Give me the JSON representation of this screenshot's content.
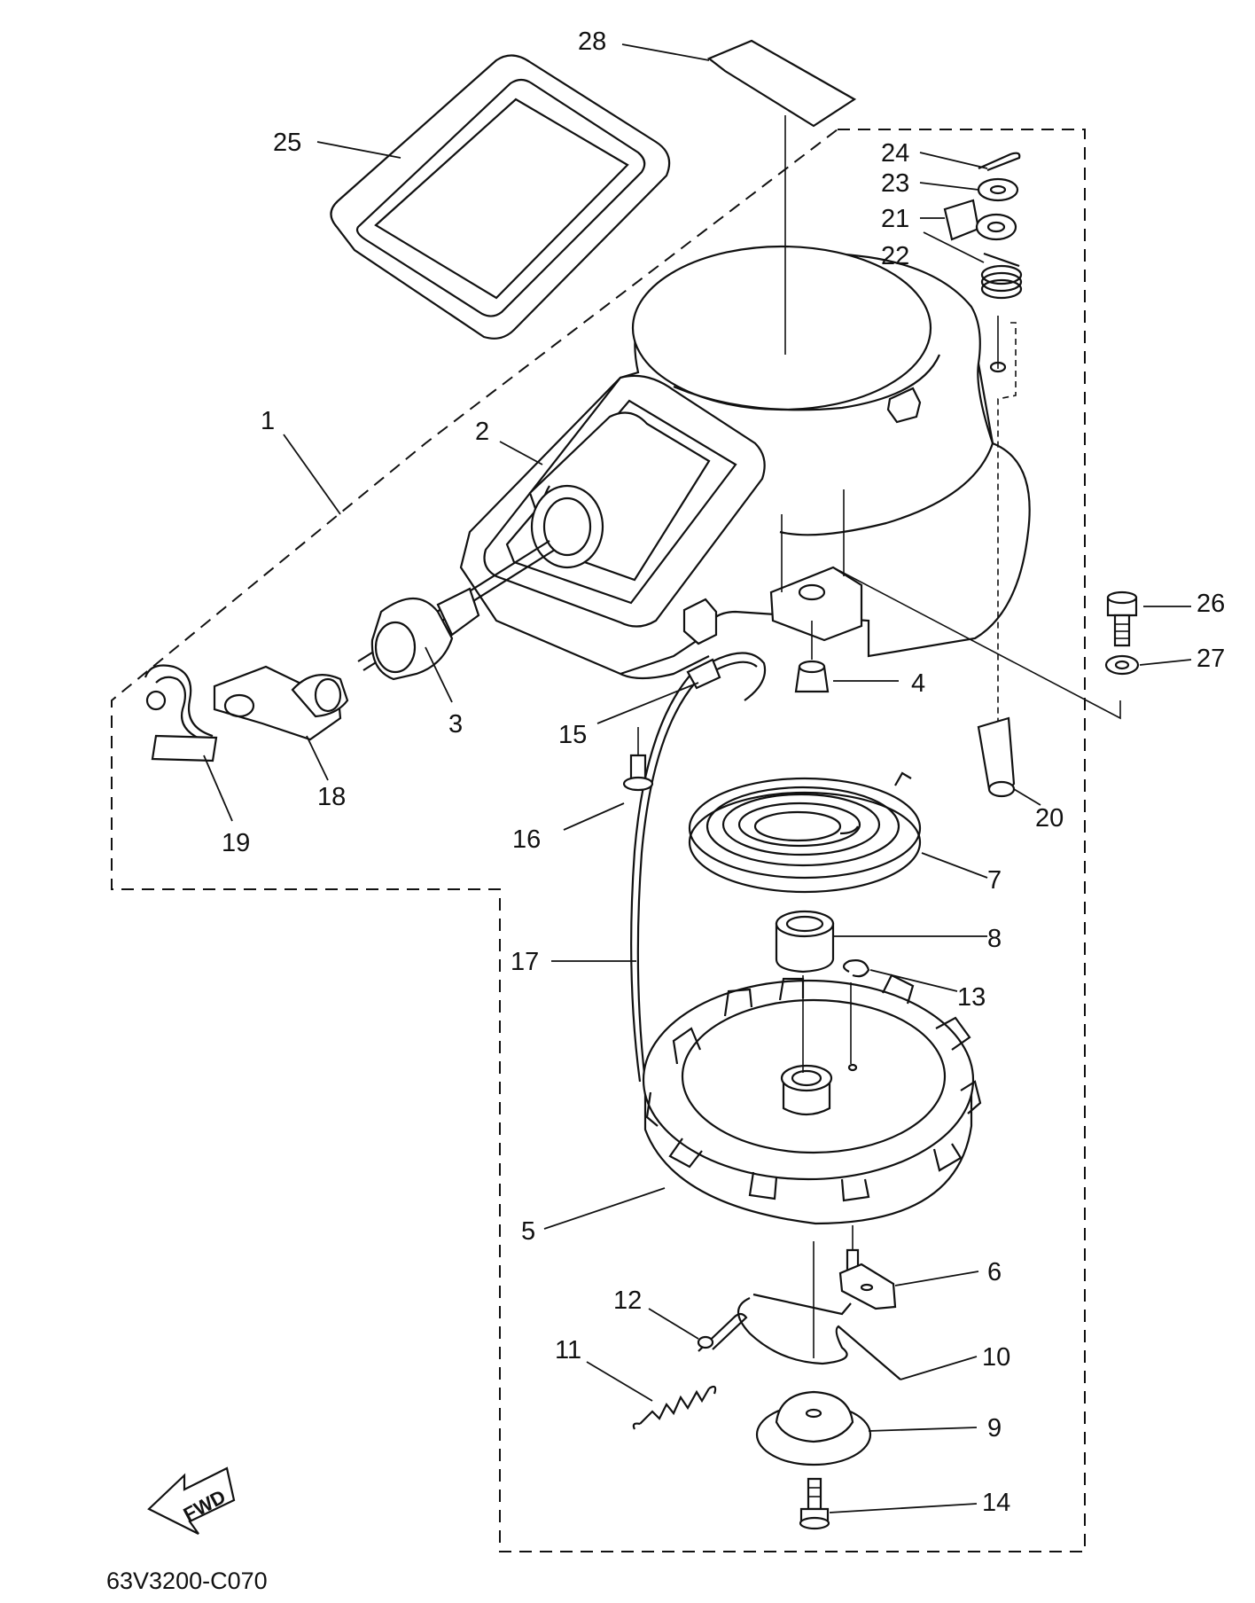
{
  "diagram": {
    "code": "63V3200-C070",
    "fwd_label": "FWD",
    "callouts": {
      "p1": "1",
      "p2": "2",
      "p3": "3",
      "p4": "4",
      "p5": "5",
      "p6": "6",
      "p7": "7",
      "p8": "8",
      "p9": "9",
      "p10": "10",
      "p11": "11",
      "p12": "12",
      "p13": "13",
      "p14": "14",
      "p15": "15",
      "p16": "16",
      "p17": "17",
      "p18": "18",
      "p19": "19",
      "p20": "20",
      "p21": "21",
      "p22": "22",
      "p23": "23",
      "p24": "24",
      "p25": "25",
      "p26": "26",
      "p27": "27",
      "p28": "28"
    }
  }
}
